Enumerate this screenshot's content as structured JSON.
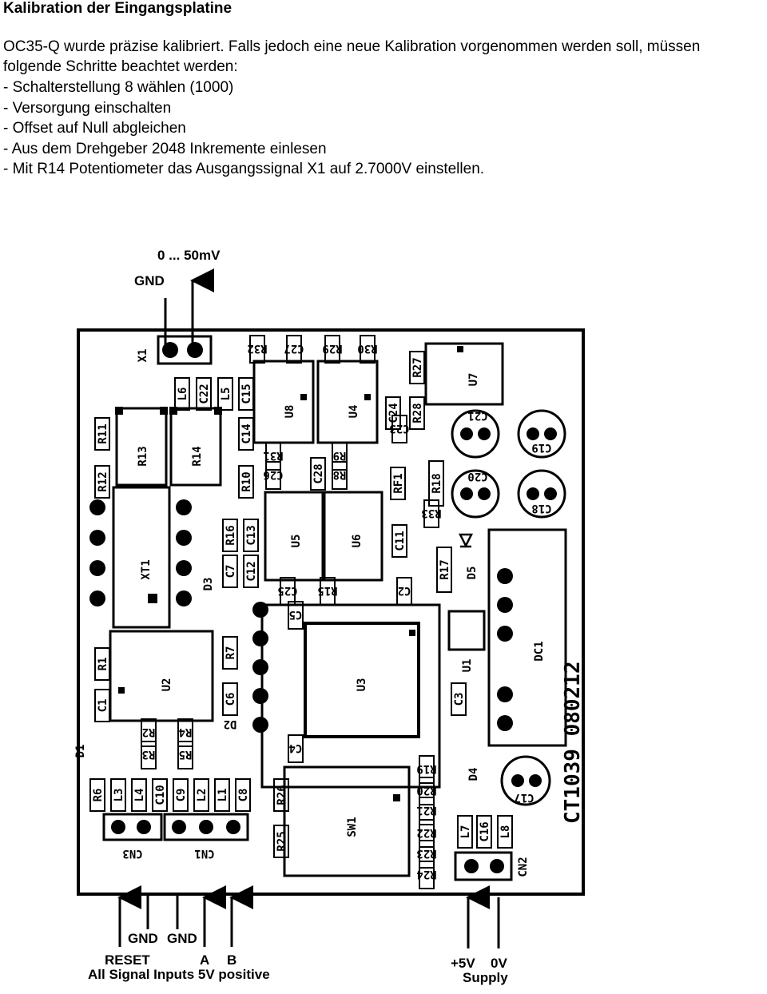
{
  "document": {
    "title": "Kalibration der Eingangsplatine",
    "intro": "OC35-Q wurde präzise kalibriert. Falls jedoch eine neue Kalibration vorgenommen werden soll, müssen folgende Schritte beachtet werden:",
    "steps": [
      "Schalterstellung 8 wählen (1000)",
      "Versorgung einschalten",
      "Offset auf Null abgleichen",
      "Aus dem Drehgeber 2048 Inkremente einlesen",
      "Mit R14 Potentiometer das Ausgangssignal X1 auf 2.7000V einstellen."
    ]
  },
  "diagram": {
    "output_labels": {
      "signal_range": "0 ... 50mV",
      "gnd": "GND"
    },
    "board_id": "CT1039  080212",
    "components": {
      "x1": "X1",
      "l6": "L6",
      "c22": "C22",
      "l5": "L5",
      "c15": "C15",
      "r32": "R32",
      "c27": "C27",
      "r29": "R29",
      "r30": "R30",
      "r27": "R27",
      "r28": "R28",
      "u7": "U7",
      "u8": "U8",
      "u4": "U4",
      "c24": "C24",
      "c23": "C23",
      "r11": "R11",
      "r12": "R12",
      "r13": "R13",
      "r14": "R14",
      "c14": "C14",
      "r10": "R10",
      "c21": "C21",
      "c19": "C19",
      "c20": "C20",
      "c18": "C18",
      "r31": "R31",
      "c26": "C26",
      "c28": "C28",
      "r9": "R9",
      "r8": "R8",
      "rf1": "RF1",
      "r18": "R18",
      "r33": "R33",
      "xt1": "XT1",
      "r16": "R16",
      "c13": "C13",
      "u5": "U5",
      "u6": "U6",
      "c11": "C11",
      "r17": "R17",
      "d5": "D5",
      "c7": "C7",
      "c12": "C12",
      "d3": "D3",
      "dc1": "DC1",
      "c25": "C25",
      "r15": "R15",
      "c2": "C2",
      "c5": "C5",
      "r1": "R1",
      "u2": "U2",
      "r7": "R7",
      "u3": "U3",
      "u1": "U1",
      "c1": "C1",
      "c6": "C6",
      "c3": "C3",
      "d1": "D1",
      "r2": "R2",
      "r4": "R4",
      "d2": "D2",
      "r3": "R3",
      "r5": "R5",
      "c4": "C4",
      "r19": "R19",
      "d4": "D4",
      "c17": "C17",
      "r6": "R6",
      "l3": "L3",
      "l4": "L4",
      "c10": "C10",
      "c9": "C9",
      "l2": "L2",
      "l1": "L1",
      "c8": "C8",
      "r26": "R26",
      "r20": "R20",
      "r21": "R21",
      "r22": "R22",
      "r23": "R23",
      "r24": "R24",
      "r25": "R25",
      "sw1": "SW1",
      "l7": "L7",
      "c16": "C16",
      "l8": "L8",
      "cn3": "CN3",
      "cn1": "CN1",
      "cn2": "CN2"
    },
    "input_labels": {
      "gnd1": "GND",
      "gnd2": "GND",
      "reset": "RESET",
      "a": "A",
      "b": "B",
      "all_inputs": "All Signal Inputs 5V positive",
      "plus5v": "+5V",
      "zerov": "0V",
      "supply": "Supply"
    }
  }
}
